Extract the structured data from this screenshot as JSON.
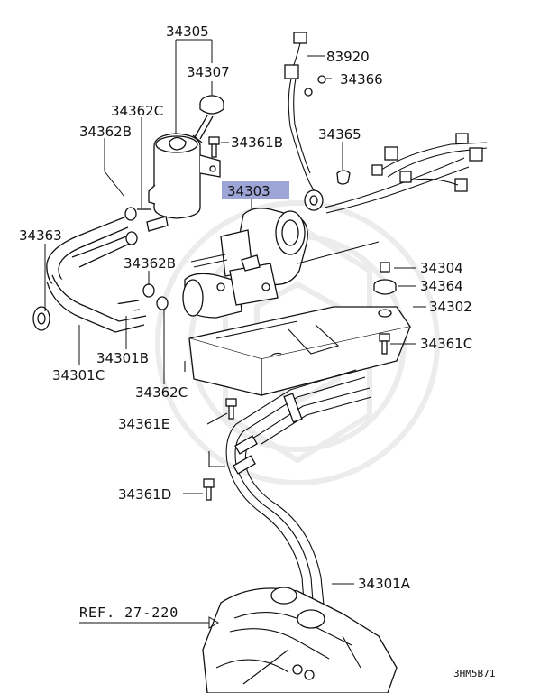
{
  "labels": {
    "p34305": "34305",
    "p34307": "34307",
    "p34362C_top": "34362C",
    "p34362B_left": "34362B",
    "p34361B": "34361B",
    "p83920": "83920",
    "p34366": "34366",
    "p34365": "34365",
    "p34303": "34303",
    "p34363": "34363",
    "p34362B_mid": "34362B",
    "p34304": "34304",
    "p34364": "34364",
    "p34302": "34302",
    "p34361C": "34361C",
    "p34301B": "34301B",
    "p34301C": "34301C",
    "p34362C_bottom": "34362C",
    "p34361E": "34361E",
    "p34361D": "34361D",
    "p34301A": "34301A",
    "ref": "REF. 27-220",
    "code": "3HM5B71"
  },
  "colors": {
    "highlight": "#9da4d6",
    "line": "#111111",
    "watermark": "#ececec"
  }
}
